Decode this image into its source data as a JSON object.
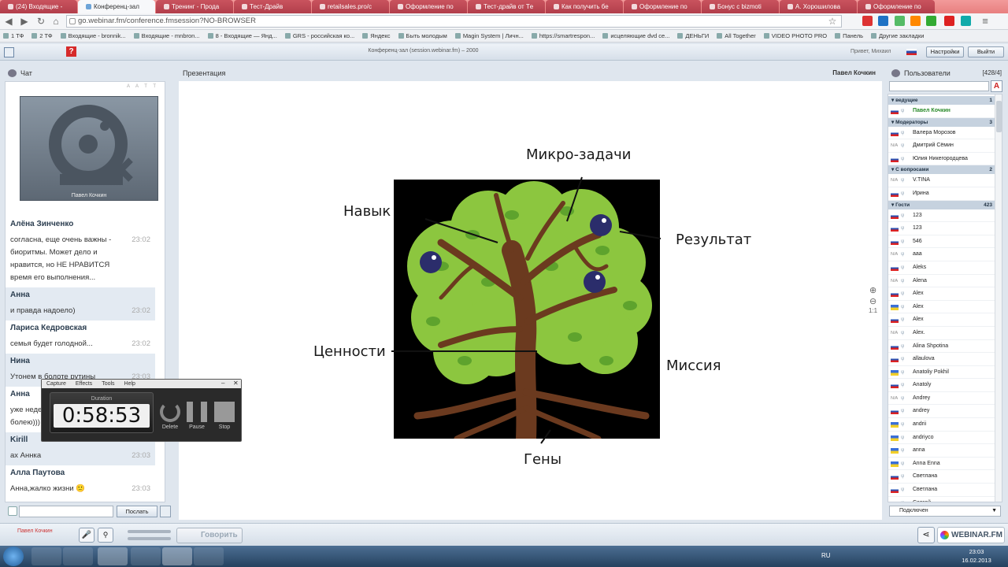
{
  "browser": {
    "tabs": [
      "(24) Входящие -",
      "Конференц-зал",
      "Тренинг - Прода",
      "Тест-Драйв",
      "retailsales.pro/c",
      "Оформление по",
      "Тест-драйв от Тe",
      "Как получить бе",
      "Оформление по",
      "Бонус с bizmoti",
      "А. Хорошилова",
      "Оформление по"
    ],
    "active_tab": 1,
    "url": "go.webinar.fm/conference.fmsession?NO-BROWSER",
    "bookmarks": [
      "1 ТФ",
      "2 ТФ",
      "Входящие - bronnik...",
      "Входящие - mnbron...",
      "8 - Входящие — Янд...",
      "GRS - российская ко...",
      "Яндекс",
      "Быть молодым",
      "Magin System | Личн...",
      "https://smartrespon...",
      "исцеляющие dvd се...",
      "ДЕНЬГИ",
      "All Together",
      "VIDEO PHOTO PRO",
      "Панель",
      "Другие закладки"
    ]
  },
  "webinar": {
    "room_title": "Конференц-зал (session.webinar.fm) – 2000",
    "greeting": "Привет, Михаил",
    "settings_button": "Настройки",
    "exit_button": "Выйти",
    "help_icon": "?"
  },
  "chat": {
    "title": "Чат",
    "presenter_name": "Павел Кочкин",
    "messages": [
      {
        "author": "Алёна Зинченко",
        "text": "согласна, еще очень важны - биоритмы. Может дело и нравится, но НЕ НРАВИТСЯ время его выполнения...",
        "time": "23:02"
      },
      {
        "author": "Анна",
        "text": "и правда надоело)",
        "time": "23:02"
      },
      {
        "author": "Лариса  Кедровская",
        "text": "семья будет голодной...",
        "time": "23:02"
      },
      {
        "author": "Нина",
        "text": "Утонем в болоте рутины",
        "time": "23:03"
      },
      {
        "author": "Анна",
        "text": "уже недел... больничн... болею)))",
        "time": ""
      },
      {
        "author": "Kirill",
        "text": "ах Аннка",
        "time": "23:03"
      },
      {
        "author": "Алла Паутова",
        "text": "Анна,жалко жизни 🙂",
        "time": "23:03"
      }
    ],
    "input_placeholder": "",
    "send_button": "Послать"
  },
  "presentation": {
    "title": "Презентация",
    "presenter": "Павел Кочкин",
    "zoom_label": "1:1",
    "labels": {
      "micro": "Микро-задачи",
      "skill": "Навык",
      "result": "Результат",
      "values": "Ценности",
      "mission": "Миссия",
      "genes": "Гены"
    }
  },
  "users": {
    "title": "Пользователи",
    "count": "[428/4]",
    "groups": [
      {
        "name": "ведущие",
        "count": "1",
        "users": [
          {
            "name": "Павел Кочкин",
            "flag": "ru"
          }
        ]
      },
      {
        "name": "Модераторы",
        "count": "3",
        "users": [
          {
            "name": "Валера Морозов",
            "flag": "ru"
          },
          {
            "name": "Дмитрий Сёмин",
            "flag": "na"
          },
          {
            "name": "Юлия Никегородцева",
            "flag": "ru"
          }
        ]
      },
      {
        "name": "С вопросами",
        "count": "2",
        "users": [
          {
            "name": "V.TINA",
            "flag": "na"
          },
          {
            "name": "Ирина",
            "flag": "ru"
          }
        ]
      },
      {
        "name": "Гости",
        "count": "423",
        "users": [
          {
            "name": "123",
            "flag": "ru"
          },
          {
            "name": "123",
            "flag": "ru"
          },
          {
            "name": "546",
            "flag": "ru"
          },
          {
            "name": "aaa",
            "flag": "na"
          },
          {
            "name": "Aleks",
            "flag": "ru"
          },
          {
            "name": "Alena",
            "flag": "na"
          },
          {
            "name": "Alex",
            "flag": "ru"
          },
          {
            "name": "Alex",
            "flag": "ua"
          },
          {
            "name": "Alex",
            "flag": "ru"
          },
          {
            "name": "Alex.",
            "flag": "na"
          },
          {
            "name": "Alina Shpotina",
            "flag": "ru"
          },
          {
            "name": "allaulova",
            "flag": "ru"
          },
          {
            "name": "Anatoliy Pokhil",
            "flag": "ua"
          },
          {
            "name": "Anatoly",
            "flag": "ru"
          },
          {
            "name": "Andrey",
            "flag": "na"
          },
          {
            "name": "andrey",
            "flag": "ru"
          },
          {
            "name": "andrii",
            "flag": "ua"
          },
          {
            "name": "andriyco",
            "flag": "ua"
          },
          {
            "name": "anna",
            "flag": "ua"
          },
          {
            "name": "Anna Enna",
            "flag": "ua"
          },
          {
            "name": "Светлана",
            "flag": "ru"
          },
          {
            "name": "Светлана",
            "flag": "ru"
          },
          {
            "name": "Сергей",
            "flag": "ru"
          }
        ]
      }
    ],
    "status": "Подключен"
  },
  "bottom": {
    "user_name": "Павел Кочкин",
    "speak_button": "Говорить",
    "logo": "WEBINAR.FM"
  },
  "recorder": {
    "menu": [
      "Capture",
      "Effects",
      "Tools",
      "Help"
    ],
    "duration_label": "Duration",
    "time": "0:58:53",
    "delete": "Delete",
    "pause": "Pause",
    "stop": "Stop"
  },
  "taskbar": {
    "lang": "RU",
    "time": "23:03",
    "date": "16.02.2013"
  },
  "colors": {
    "tab_bar": "#e87f7f",
    "accent": "#4a8fd0",
    "tree_green": "#8cc63f",
    "tree_brown": "#6b3a1f"
  }
}
